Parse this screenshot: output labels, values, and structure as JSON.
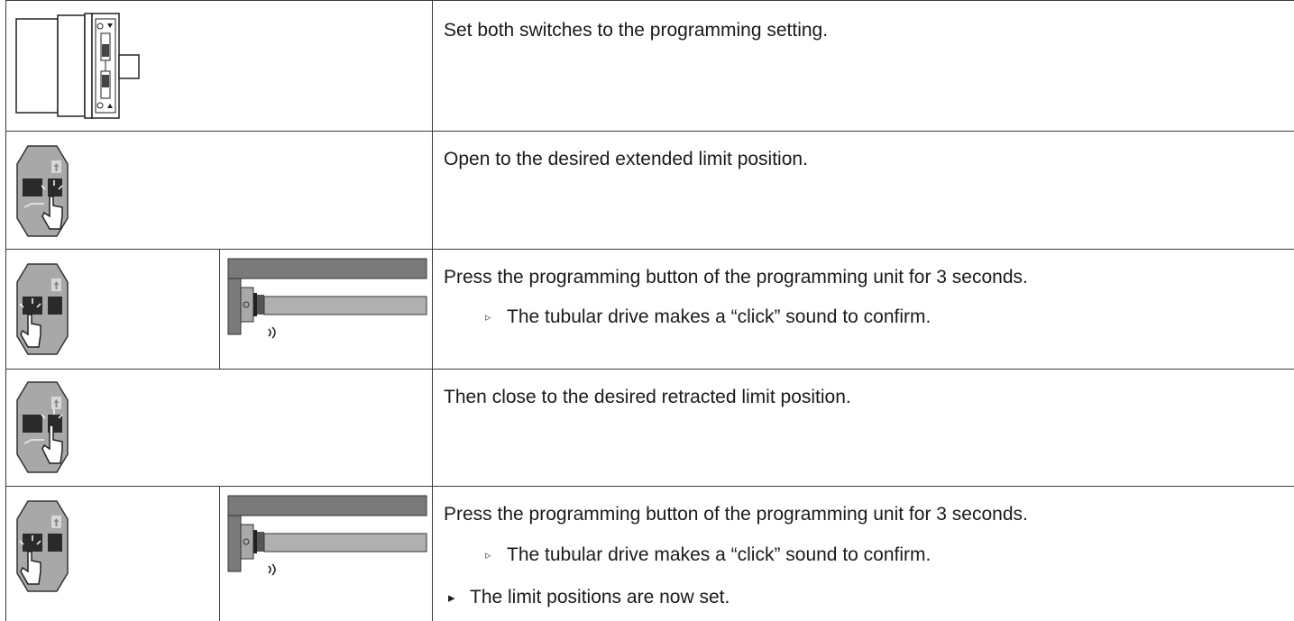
{
  "steps": [
    {
      "text": "Set both switches to the programming setting.",
      "images": [
        "switch-unit-icon"
      ]
    },
    {
      "text": "Open to the desired extended limit position.",
      "images": [
        "remote-up-button-press-icon"
      ]
    },
    {
      "text": "Press the programming button of the programming unit for 3 seconds.",
      "sub": "The tubular drive makes a “click” sound to confirm.",
      "images": [
        "remote-program-button-press-icon",
        "tubular-drive-click-icon"
      ]
    },
    {
      "text": "Then close to the desired retracted limit position.",
      "images": [
        "remote-down-button-press-icon"
      ]
    },
    {
      "text": "Press the programming button of the programming unit for 3 seconds.",
      "sub": "The tubular drive makes a “click” sound to confirm.",
      "result": "The limit positions are now set.",
      "images": [
        "remote-program-button-press-icon",
        "tubular-drive-click-icon"
      ]
    }
  ],
  "markers": {
    "sub": "▹",
    "result": "▸"
  },
  "colors": {
    "border": "#3a3a3a",
    "device_fill": "#a8a8a8",
    "device_dark": "#2a2a2a",
    "drive_bar": "#7a7a7a"
  }
}
